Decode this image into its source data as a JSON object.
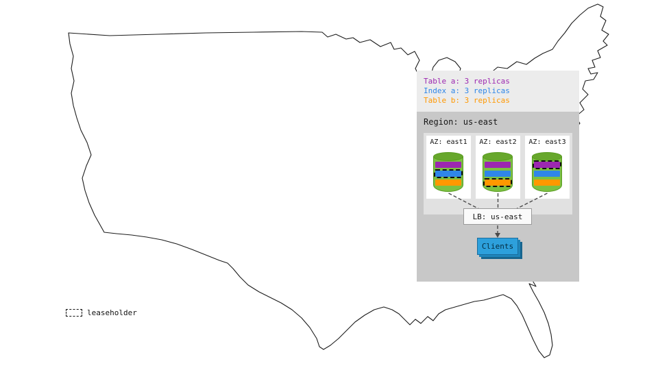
{
  "legend_panel": {
    "items": [
      {
        "label": "Table a: 3 replicas",
        "color": "#9c27b0"
      },
      {
        "label": "Index a: 3 replicas",
        "color": "#2f86e8"
      },
      {
        "label": "Table b: 3 replicas",
        "color": "#ff9800"
      }
    ]
  },
  "region": {
    "label": "Region: us-east",
    "azs": [
      {
        "label": "AZ: east1",
        "replicas": [
          {
            "name": "table-a",
            "color": "#9c27b0",
            "leaseholder": false
          },
          {
            "name": "index-a",
            "color": "#2f86e8",
            "leaseholder": true
          },
          {
            "name": "table-b",
            "color": "#ff9800",
            "leaseholder": false
          }
        ]
      },
      {
        "label": "AZ: east2",
        "replicas": [
          {
            "name": "table-a",
            "color": "#9c27b0",
            "leaseholder": false
          },
          {
            "name": "index-a",
            "color": "#2f86e8",
            "leaseholder": false
          },
          {
            "name": "table-b",
            "color": "#ff9800",
            "leaseholder": true
          }
        ]
      },
      {
        "label": "AZ: east3",
        "replicas": [
          {
            "name": "table-a",
            "color": "#9c27b0",
            "leaseholder": true
          },
          {
            "name": "index-a",
            "color": "#2f86e8",
            "leaseholder": false
          },
          {
            "name": "table-b",
            "color": "#ff9800",
            "leaseholder": false
          }
        ]
      }
    ],
    "load_balancer": {
      "label": "LB: us-east"
    },
    "clients": {
      "label": "Clients",
      "color": "#2da0dc"
    }
  },
  "leaseholder_legend": {
    "label": "leaseholder"
  },
  "colors": {
    "cylinder_body": "#7cc142",
    "cylinder_top": "#67a72c",
    "legend_panel_bg": "#ececec",
    "region_bg": "#c8c8c8",
    "az_strip_bg": "#e1e1e1"
  }
}
